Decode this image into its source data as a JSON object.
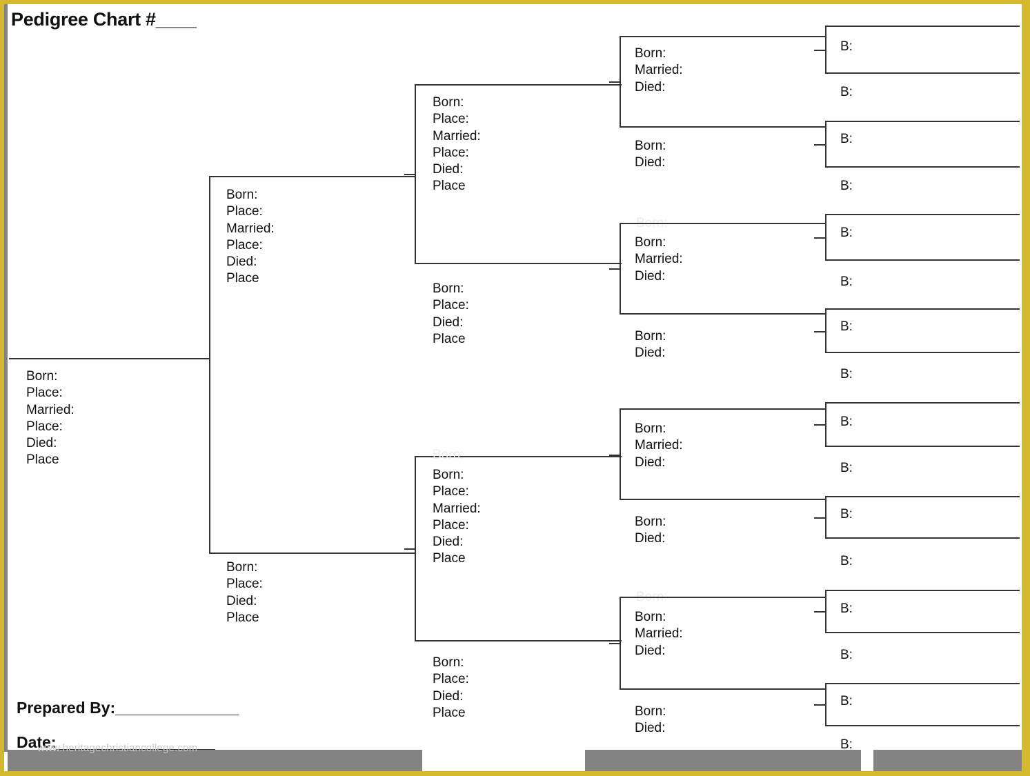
{
  "page": {
    "title": "Pedigree Chart #____",
    "accent_gold": "#d5b92c",
    "accent_gray": "#838383",
    "line_color": "#333333",
    "text_color": "#111111"
  },
  "footer": {
    "prepared_by": "Prepared By:______________",
    "date": "Date:__________________",
    "watermark": "www.heritagechristiancollege.com"
  },
  "labels": {
    "born": "Born:",
    "place_colon": "Place:",
    "married": "Married:",
    "died": "Died:",
    "place": "Place",
    "b_short": "B:"
  },
  "field_sets": {
    "full_six": "Born:\nPlace:\nMarried:\nPlace:\nDied:\nPlace",
    "spouse_four": "Born:\nPlace:\nDied:\nPlace",
    "gen3_three": "Born:\nMarried:\nDied:",
    "gen3_spouse_two": "Born:\nDied:"
  },
  "generations": {
    "self": {
      "name": "self",
      "fields": "Born:\nPlace:\nMarried:\nPlace:\nDied:\nPlace"
    },
    "gen1": [
      {
        "name": "father",
        "fields": "Born:\nPlace:\nMarried:\nPlace:\nDied:\nPlace"
      },
      {
        "name": "mother",
        "fields": "Born:\nPlace:\nDied:\nPlace"
      }
    ],
    "gen2": [
      {
        "name": "paternal-grandfather",
        "fields": "Born:\nPlace:\nMarried:\nPlace:\nDied:\nPlace"
      },
      {
        "name": "paternal-grandmother",
        "fields": "Born:\nPlace:\nDied:\nPlace"
      },
      {
        "name": "maternal-grandfather",
        "fields": "Born:\nPlace:\nMarried:\nPlace:\nDied:\nPlace"
      },
      {
        "name": "maternal-grandmother",
        "fields": "Born:\nPlace:\nDied:\nPlace"
      }
    ],
    "gen3": [
      {
        "name": "great-grandparent-1",
        "fields": "Born:\nMarried:\nDied:"
      },
      {
        "name": "great-grandparent-2",
        "fields": "Born:\nDied:"
      },
      {
        "name": "great-grandparent-3",
        "fields": "Born:\nMarried:\nDied:"
      },
      {
        "name": "great-grandparent-4",
        "fields": "Born:\nDied:"
      },
      {
        "name": "great-grandparent-5",
        "fields": "Born:\nMarried:\nDied:"
      },
      {
        "name": "great-grandparent-6",
        "fields": "Born:\nDied:"
      },
      {
        "name": "great-grandparent-7",
        "fields": "Born:\nMarried:\nDied:"
      },
      {
        "name": "great-grandparent-8",
        "fields": "Born:\nDied:"
      }
    ],
    "gen4": [
      {
        "name": "gg-grandparent-1",
        "fields": "B:"
      },
      {
        "name": "gg-grandparent-2",
        "fields": "B:"
      },
      {
        "name": "gg-grandparent-3",
        "fields": "B:"
      },
      {
        "name": "gg-grandparent-4",
        "fields": "B:"
      },
      {
        "name": "gg-grandparent-5",
        "fields": "B:"
      },
      {
        "name": "gg-grandparent-6",
        "fields": "B:"
      },
      {
        "name": "gg-grandparent-7",
        "fields": "B:"
      },
      {
        "name": "gg-grandparent-8",
        "fields": "B:"
      },
      {
        "name": "gg-grandparent-9",
        "fields": "B:"
      },
      {
        "name": "gg-grandparent-10",
        "fields": "B:"
      },
      {
        "name": "gg-grandparent-11",
        "fields": "B:"
      },
      {
        "name": "gg-grandparent-12",
        "fields": "B:"
      },
      {
        "name": "gg-grandparent-13",
        "fields": "B:"
      },
      {
        "name": "gg-grandparent-14",
        "fields": "B:"
      },
      {
        "name": "gg-grandparent-15",
        "fields": "B:"
      },
      {
        "name": "gg-grandparent-16",
        "fields": "B:"
      }
    ]
  },
  "artifacts": {
    "ghost_born_1": "Born:",
    "ghost_born_2": "Born:",
    "ghost_born_3": "Born:"
  }
}
